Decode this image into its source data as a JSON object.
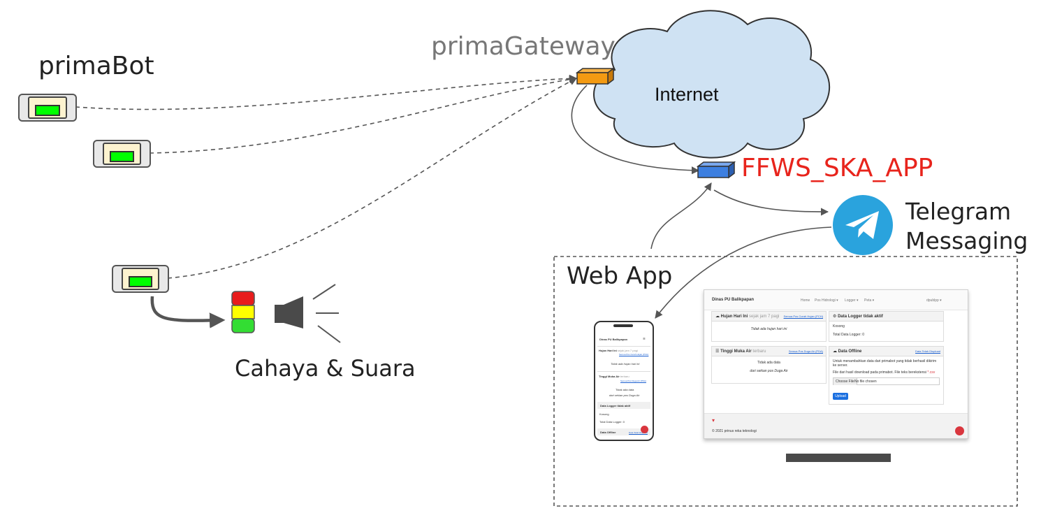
{
  "labels": {
    "primabot": "primaBot",
    "gateway": "primaGateway",
    "internet": "Internet",
    "app": "FFWS_SKA_APP",
    "telegram_line1": "Telegram",
    "telegram_line2": "Messaging",
    "webapp": "Web App",
    "alarm": "Cahaya & Suara"
  },
  "colors": {
    "app_label": "#e8241c",
    "gateway_box": "#f39a12",
    "app_box": "#3d7fe0",
    "cloud_fill": "#cfe2f3",
    "telegram": "#2aa3dd",
    "led": "#00ff00"
  },
  "desktop": {
    "brand": "Dinas PU Balikpapan",
    "nav_home": "Home",
    "nav_pos": "Pos Hidrologi ▾",
    "nav_logger": "Logger ▾",
    "nav_peta": "Peta ▾",
    "nav_user": "dpublpp ▾",
    "card1_title": "Hujan Hari Ini",
    "card1_sub": "sejak jam 7 pagi",
    "card1_link": "Semua Pos Curah Hujan (PCH)",
    "card1_body": "Tidak ada hujan hari ini",
    "card2_title": "Tinggi Muka Air",
    "card2_sub": "terbaru",
    "card2_link": "Semua Pos Duga Air (PDA)",
    "card2_body1": "Tidak ada data",
    "card2_body2": "dari sekian pos Duga Air",
    "card3_title": "Data Logger tidak aktif",
    "card3_body1": "Kosong",
    "card3_body2": "Total Data Logger: 0",
    "card4_title": "Data Offline",
    "card4_link": "Data Telah Diupload",
    "card4_body1": "Untuk menambahkan data dari primabot yang tidak berhasil dikirim ke server.",
    "card4_body2": "File dari hasil download pada primabot. File teks berekstensi",
    "card4_ext": "*.csv",
    "file_button": "Choose File",
    "file_status": "No file chosen",
    "upload_button": "Upload",
    "footer": "© 2021 prinus reka teknologi"
  },
  "mobile": {
    "brand": "Dinas PU Balikpapan",
    "card1_title": "Hujan Hari Ini",
    "card1_sub": "sejak jam 7 pagi",
    "card1_link": "Semua Pos Curah Hujan (PCH)",
    "card1_body": "Tidak ada hujan hari ini",
    "card2_title": "Tinggi Muka Air",
    "card2_sub": "terbaru",
    "card2_link": "Semua Pos Duga Air (PDA)",
    "card2_body1": "Tidak ada data",
    "card2_body2": "dari sekian pos Duga Air",
    "card3_title": "Data Logger tidak aktif",
    "card3_body1": "Kosong",
    "card3_body2": "Total Data Logger: 0",
    "card4_title": "Data Offline",
    "card4_link": "Data Telah Diupload"
  }
}
